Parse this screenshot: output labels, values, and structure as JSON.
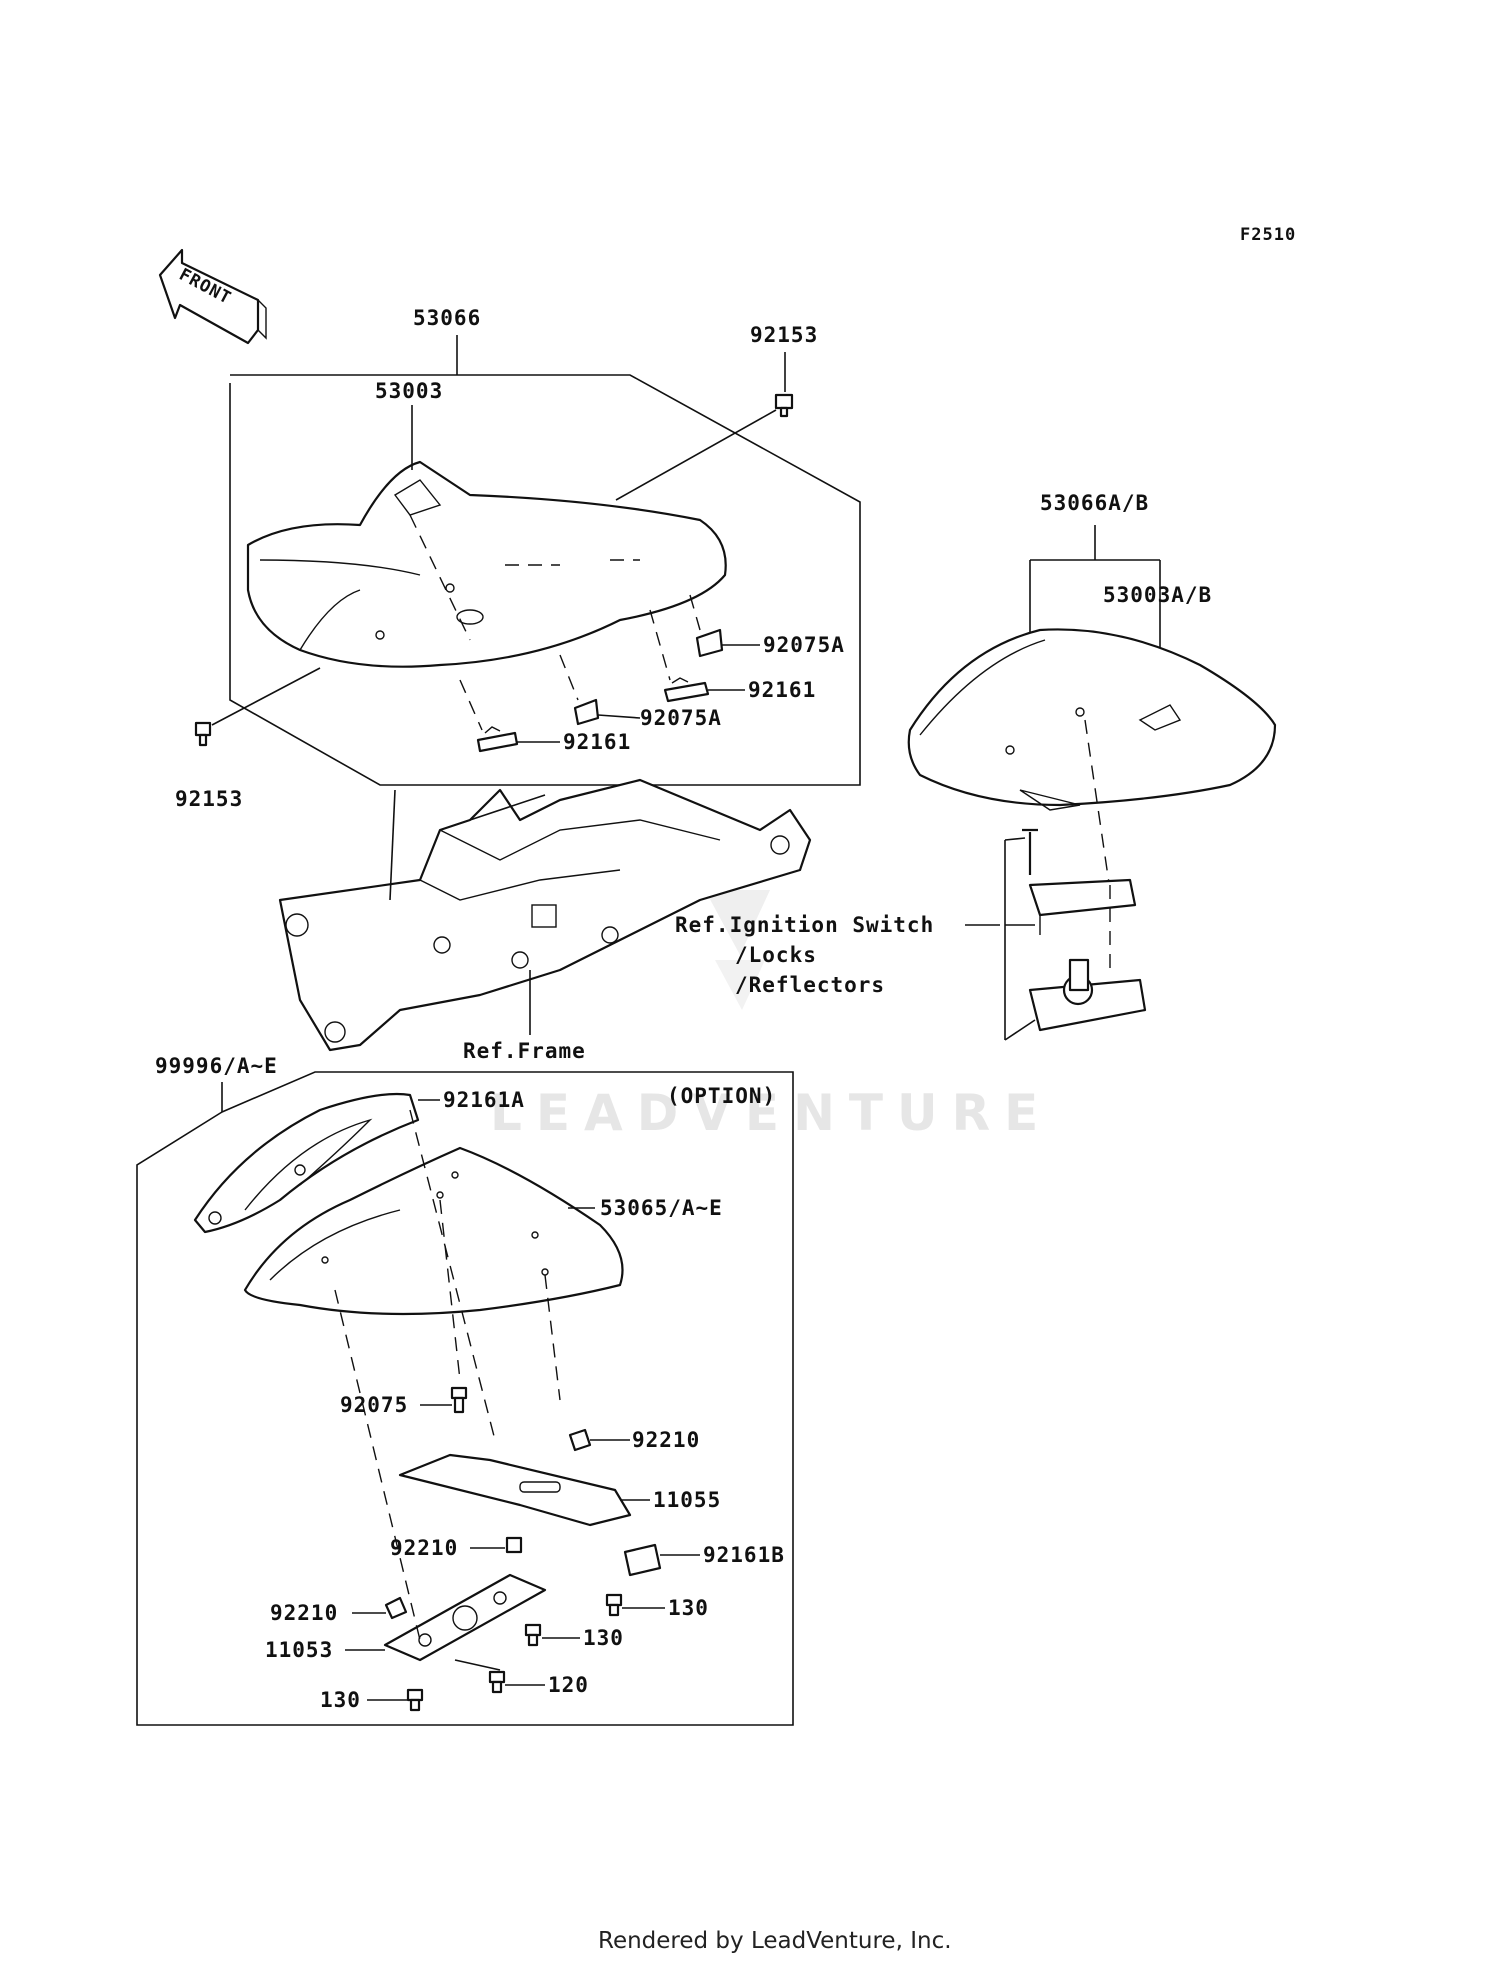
{
  "figure_id": "F2510",
  "front_arrow": "FRONT",
  "watermark": "LEADVENTURE",
  "credit": "Rendered by LeadVenture, Inc.",
  "labels": {
    "assy_main": "53066",
    "seat_main": "53003",
    "bolt_top": "92153",
    "bolt_left": "92153",
    "cushion_right": "92075A",
    "cushion_mid": "92075A",
    "clip_right": "92161",
    "clip_mid": "92161",
    "assy_rear": "53066A/B",
    "seat_rear": "53003A/B",
    "ref_ignition_1": "Ref.Ignition Switch",
    "ref_ignition_2": "/Locks",
    "ref_ignition_3": "/Reflectors",
    "ref_frame": "Ref.Frame",
    "option_assy": "99996/A~E",
    "option_note": "(OPTION)",
    "option_clip": "92161A",
    "option_cover": "53065/A~E",
    "opt_cushion": "92075",
    "opt_nut_right": "92210",
    "opt_bracket_right": "11055",
    "opt_damper": "92161B",
    "opt_nut_mid": "92210",
    "opt_nut_left": "92210",
    "opt_bracket_left": "11053",
    "opt_bolt_right": "130",
    "opt_bolt_mid": "130",
    "opt_bolt_left": "130",
    "opt_bolt_120": "120"
  }
}
